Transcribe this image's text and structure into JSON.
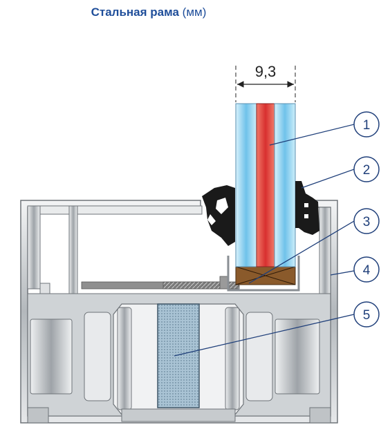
{
  "title": {
    "bold": "Стальная рама",
    "unit": "(мм)"
  },
  "dimension": {
    "label": "9,3"
  },
  "callouts": [
    {
      "number": "1",
      "target": "glass-unit"
    },
    {
      "number": "2",
      "target": "inner-gasket"
    },
    {
      "number": "3",
      "target": "glazing-bead-spacer"
    },
    {
      "number": "4",
      "target": "profile-frame"
    },
    {
      "number": "5",
      "target": "steel-reinforcement"
    }
  ],
  "colors": {
    "title": "#1f4e9a",
    "callout_stroke": "#1f3f7a",
    "glass": "#7ec6ea",
    "inner_layer": "#d94040",
    "profile": "#b9bdc1",
    "profile_dark": "#6e7378",
    "gasket": "#1a1a1a",
    "spacer": "#8a5a2b",
    "steel_core": "#8fb0c6"
  }
}
